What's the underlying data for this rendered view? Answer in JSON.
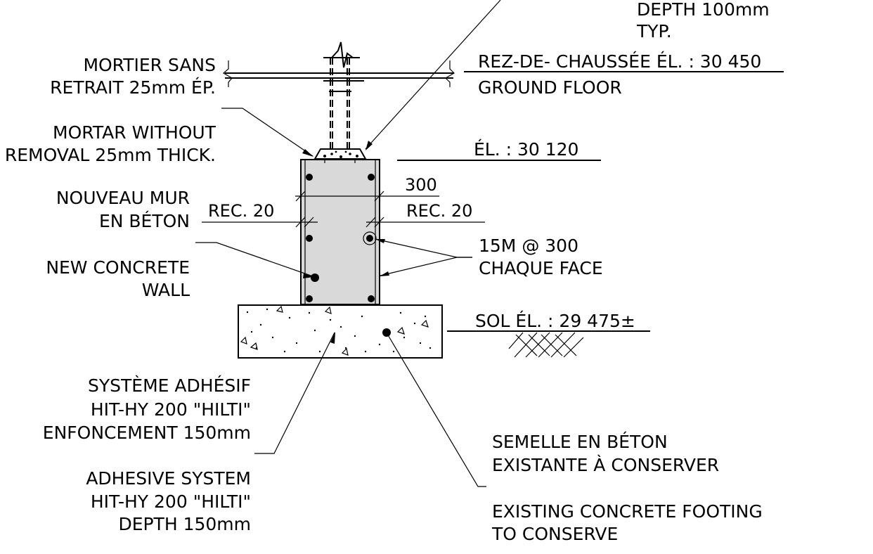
{
  "labels": {
    "top_right_1": "DEPTH 100mm",
    "top_right_2": "TYP.",
    "mortier_1": "MORTIER SANS",
    "mortier_2": "RETRAIT 25mm ÉP.",
    "mortar_1": "MORTAR WITHOUT",
    "mortar_2": "REMOVAL 25mm THICK.",
    "rdc_1": "REZ-DE- CHAUSSÉE ÉL. : 30 450",
    "rdc_2": "GROUND FLOOR",
    "elev_wall": "ÉL. : 30 120",
    "dim_300": "300",
    "rec_left": "REC. 20",
    "rec_right": "REC. 20",
    "nouveau_1": "NOUVEAU MUR",
    "nouveau_2": "EN BÉTON",
    "new_1": "NEW CONCRETE",
    "new_2": "WALL",
    "rebar_1": "15M @ 300",
    "rebar_2": "CHAQUE FACE",
    "sol": "SOL ÉL. : 29 475±",
    "systeme_1": "SYSTÈME ADHÉSIF",
    "systeme_2": "HIT-HY 200 \"HILTI\"",
    "systeme_3": "ENFONCEMENT 150mm",
    "adhesive_1": "ADHESIVE SYSTEM",
    "adhesive_2": "HIT-HY 200 \"HILTI\"",
    "adhesive_3": "DEPTH 150mm",
    "semelle_1": "SEMELLE EN BÉTON",
    "semelle_2": "EXISTANTE À CONSERVER",
    "existing_1": "EXISTING CONCRETE FOOTING",
    "existing_2": "TO CONSERVE"
  },
  "colors": {
    "line": "#000000",
    "concrete_fill": "#d9d9d9",
    "background": "#ffffff"
  }
}
